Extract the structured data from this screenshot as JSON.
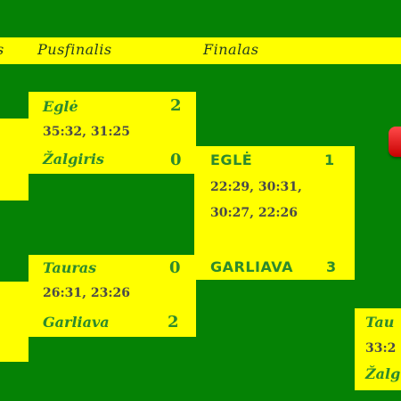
{
  "headers": {
    "left_partial": "s",
    "semifinal": "Pusfinalis",
    "final": "Finalas"
  },
  "semifinal_top": {
    "team1": {
      "name": "Eglė",
      "score": "2"
    },
    "sets": "35:32, 31:25",
    "team2": {
      "name": "Žalgiris",
      "score": "0"
    }
  },
  "final": {
    "team1": {
      "name": "EGLĖ",
      "score": "1"
    },
    "sets_line1": "22:29, 30:31,",
    "sets_line2": "30:27, 22:26",
    "team2": {
      "name": "GARLIAVA",
      "score": "3"
    }
  },
  "semifinal_bottom": {
    "team1": {
      "name": "Tauras",
      "score": "0"
    },
    "sets": "26:31, 23:26",
    "team2": {
      "name": "Garliava",
      "score": "2"
    }
  },
  "right_partial": {
    "name": "Tau",
    "sets": "33:2",
    "name2": "Žalg"
  },
  "colors": {
    "background": "#058205",
    "bracket": "#ffff00",
    "team_text": "#2d8a2d",
    "badge": "#e01010"
  }
}
